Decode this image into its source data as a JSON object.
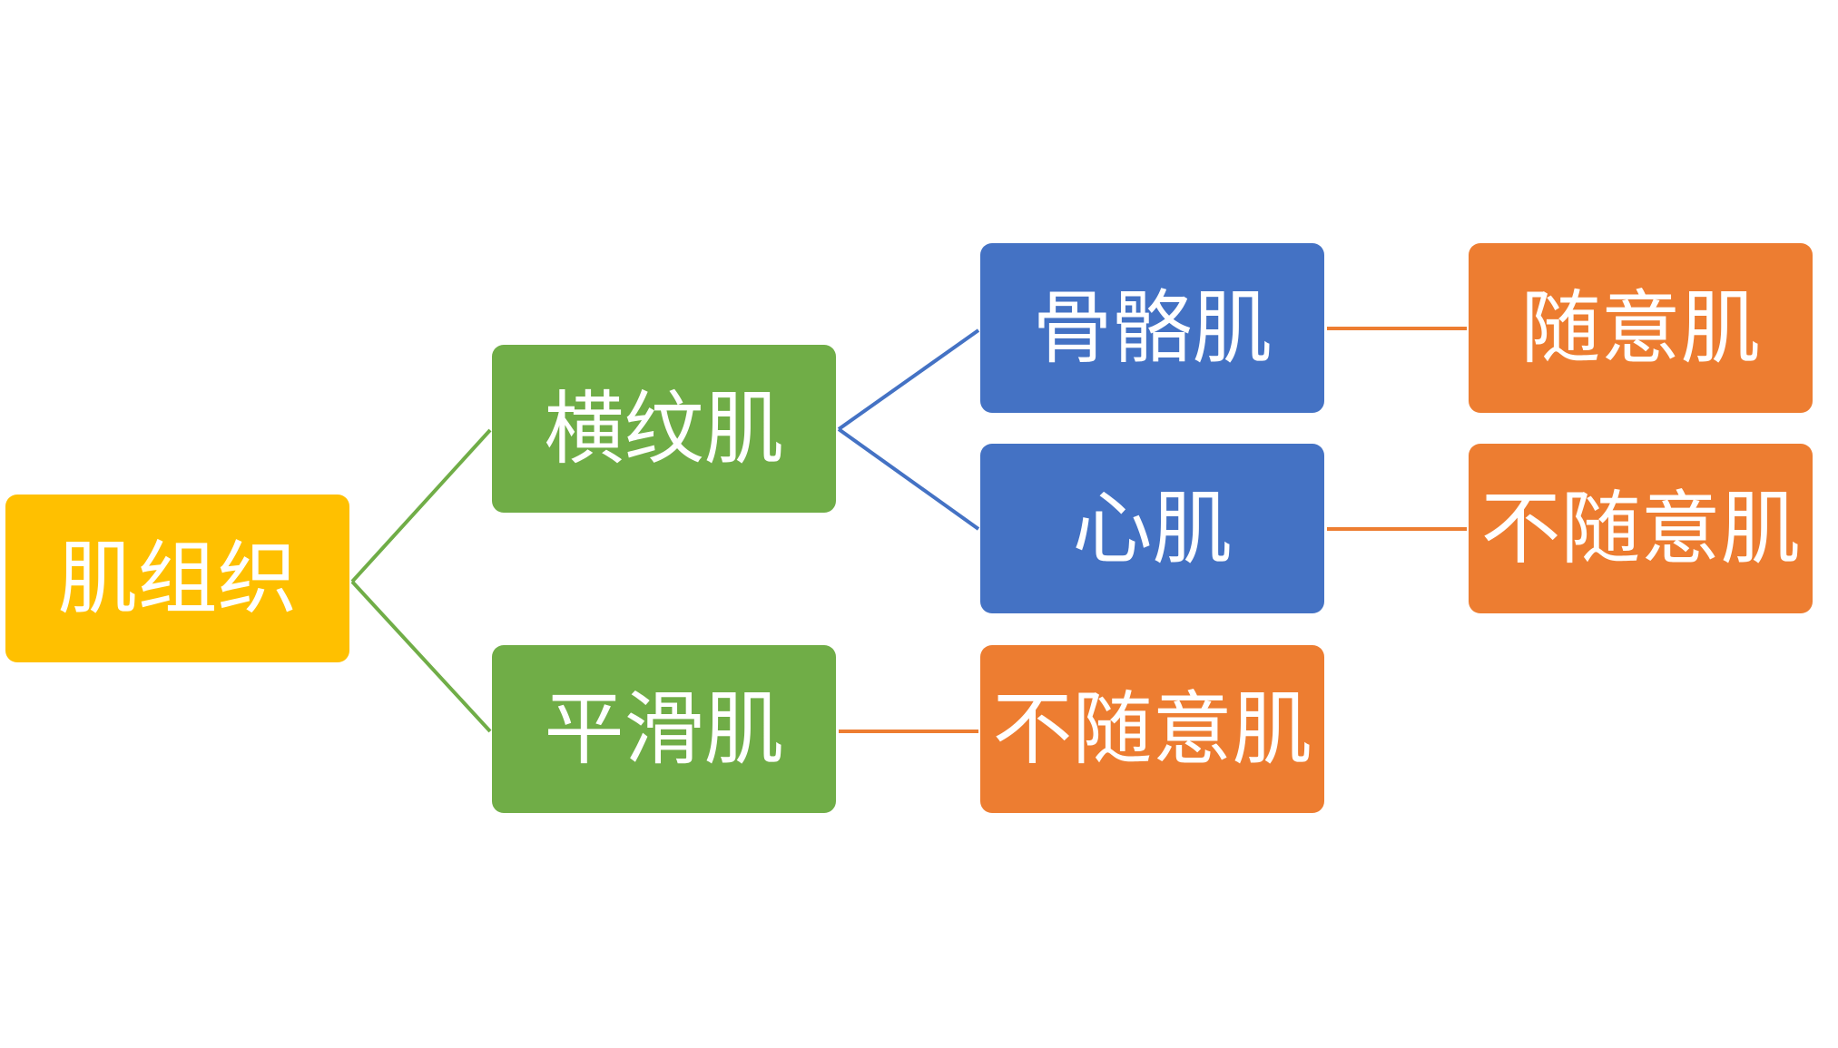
{
  "diagram": {
    "colors": {
      "root": "#ffc000",
      "level1": "#70ad47",
      "level2": "#4472c4",
      "leaf": "#ed7d31",
      "connector_root": "#70ad47",
      "connector_striated": "#4472c4",
      "connector_leaf": "#ed7d31"
    },
    "nodes": {
      "root": "肌组织",
      "striated": "横纹肌",
      "smooth": "平滑肌",
      "skeletal": "骨骼肌",
      "cardiac": "心肌",
      "smooth_type": "不随意肌",
      "skeletal_type": "随意肌",
      "cardiac_type": "不随意肌"
    }
  }
}
